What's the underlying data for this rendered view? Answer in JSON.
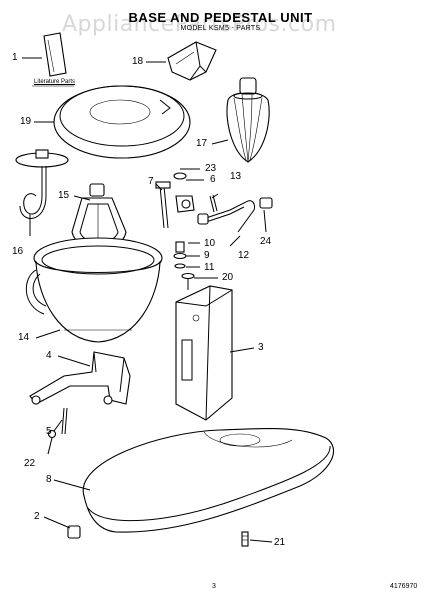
{
  "header": {
    "title": "BASE AND PEDESTAL UNIT",
    "subtitle": "MODEL KSM5 - PARTS",
    "watermark": "AppliancePartsPros.com"
  },
  "literature_label": "Literature Parts",
  "footer": {
    "page_number": "3",
    "document_number": "4176970"
  },
  "callouts": {
    "c1": "1",
    "c2": "2",
    "c3": "3",
    "c4": "4",
    "c5": "5",
    "c6": "6",
    "c7": "7",
    "c8": "8",
    "c9": "9",
    "c10": "10",
    "c11": "11",
    "c12": "12",
    "c13": "13",
    "c14": "14",
    "c15": "15",
    "c16": "16",
    "c17": "17",
    "c18": "18",
    "c19": "19",
    "c20": "20",
    "c21": "21",
    "c22": "22",
    "c23": "23",
    "c24": "24"
  }
}
